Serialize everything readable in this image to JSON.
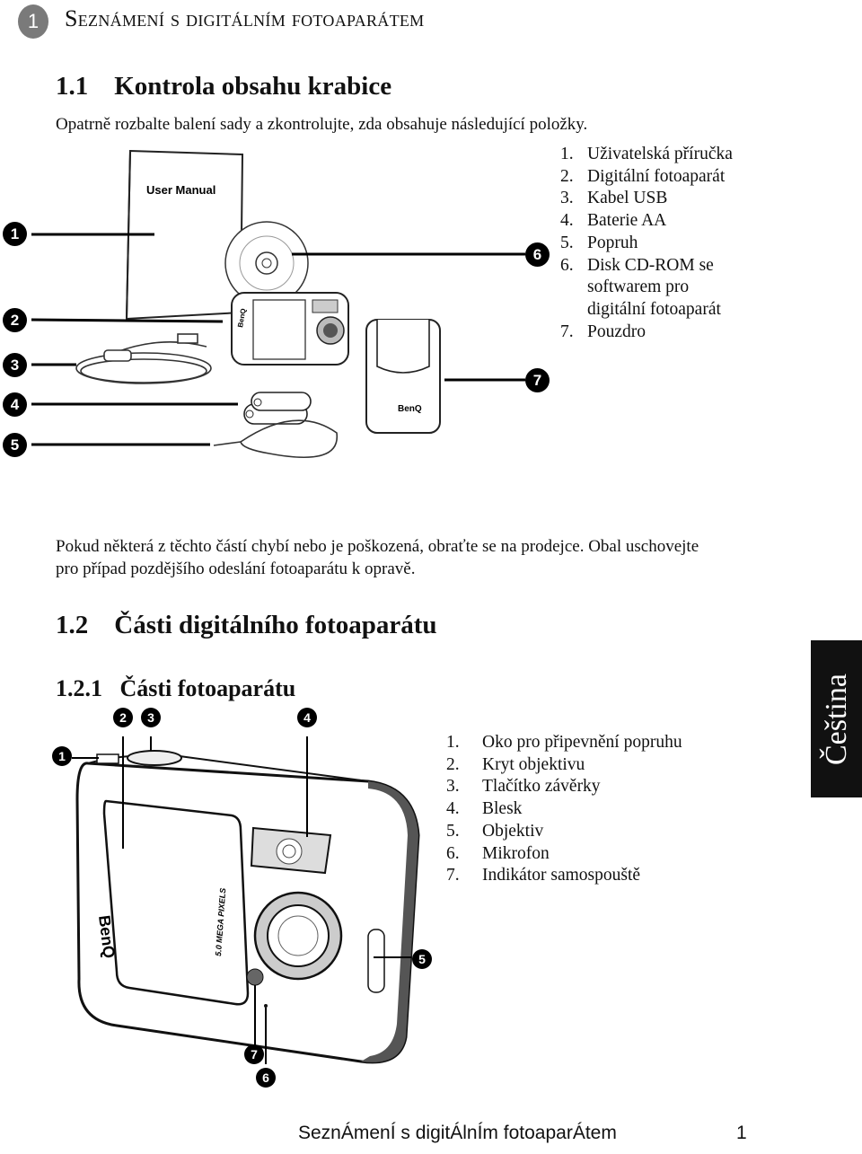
{
  "chapter": {
    "number": "1",
    "title": "Seznámení s digitálním fotoaparátem"
  },
  "section_1_1": {
    "number": "1.1",
    "title": "Kontrola obsahu krabice",
    "intro": "Opatrně rozbalte balení sady a zkontrolujte, zda obsahuje následující položky.",
    "items": [
      {
        "n": "1.",
        "text": "Uživatelská příručka"
      },
      {
        "n": "2.",
        "text": "Digitální fotoaparát"
      },
      {
        "n": "3.",
        "text": "Kabel USB"
      },
      {
        "n": "4.",
        "text": "Baterie AA"
      },
      {
        "n": "5.",
        "text": "Popruh"
      },
      {
        "n": "6.",
        "text": "Disk CD-ROM se softwarem pro digitální fotoaparát"
      },
      {
        "n": "7.",
        "text": "Pouzdro"
      }
    ],
    "image": {
      "manual_label": "User Manual",
      "brand": "BenQ",
      "callouts": [
        "1",
        "2",
        "3",
        "4",
        "5",
        "6",
        "7"
      ]
    },
    "note": "Pokud některá z těchto částí chybí nebo je poškozená, obraťte se na prodejce. Obal uschovejte pro případ pozdějšího odeslání fotoaparátu k opravě."
  },
  "section_1_2": {
    "number": "1.2",
    "title": "Části digitálního fotoaparátu"
  },
  "section_1_2_1": {
    "number": "1.2.1",
    "title": "Části fotoaparátu",
    "items": [
      {
        "n": "1.",
        "text": "Oko pro připevnění popruhu"
      },
      {
        "n": "2.",
        "text": "Kryt objektivu"
      },
      {
        "n": "3.",
        "text": "Tlačítko závěrky"
      },
      {
        "n": "4.",
        "text": "Blesk"
      },
      {
        "n": "5.",
        "text": "Objektiv"
      },
      {
        "n": "6.",
        "text": "Mikrofon"
      },
      {
        "n": "7.",
        "text": "Indikátor samospouště"
      }
    ],
    "image": {
      "brand": "BenQ",
      "model_text": "5.0 MEGA PIXELS",
      "callouts": [
        "1",
        "2",
        "3",
        "4",
        "5",
        "6",
        "7"
      ]
    }
  },
  "side_tab": "Čeština",
  "footer": {
    "title": "SeznÁmenÍ s digitÁlnÍm fotoaparÁtem",
    "page": "1"
  }
}
